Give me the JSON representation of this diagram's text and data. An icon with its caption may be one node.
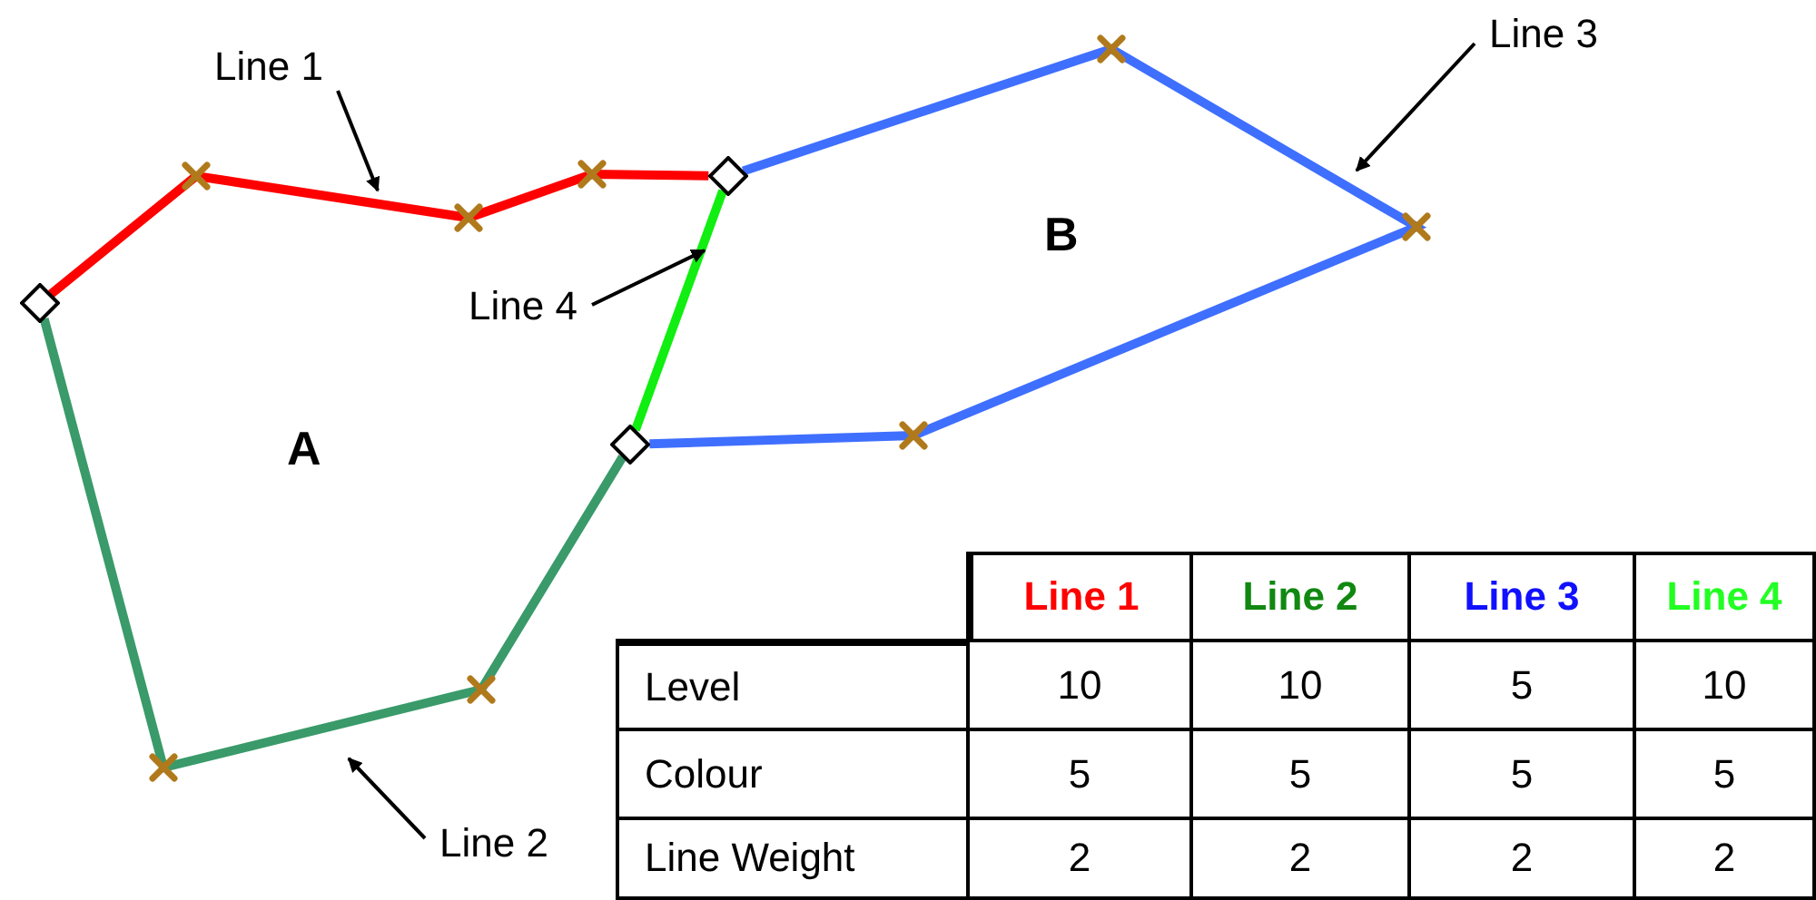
{
  "diagram": {
    "nodes": [
      {
        "text": [],
        "shape": "diamond"
      },
      {
        "text": [],
        "shape": "diamond"
      },
      {
        "text": [],
        "shape": "diamond"
      },
      {
        "text": [
          "Line 1"
        ]
      },
      {
        "text": [
          "Line 4"
        ]
      },
      {
        "text": [
          "Line 3"
        ]
      },
      {
        "text": [
          "Line 2"
        ]
      }
    ],
    "edges": [
      {
        "from": 0,
        "to": 1,
        "arrow": "none",
        "style": "thick",
        "color": "#ff0000"
      },
      {
        "from": 0,
        "to": 2,
        "arrow": "none",
        "style": "thick",
        "color": "#3a9a6a"
      },
      {
        "from": 1,
        "to": 2,
        "arrow": "none",
        "style": "thick",
        "color": "#3f6fff"
      },
      {
        "from": 1,
        "to": 2,
        "arrow": "none",
        "style": "thick",
        "color": "#11ee11"
      },
      {
        "from": 3,
        "to": null,
        "arrow": "to"
      },
      {
        "from": 4,
        "to": null,
        "arrow": "to"
      },
      {
        "from": 5,
        "to": null,
        "arrow": "to"
      },
      {
        "from": 6,
        "to": null,
        "arrow": "to"
      }
    ],
    "labels": [
      "A",
      "B",
      "Line 1",
      "Line 2",
      "Line 3",
      "Line 4",
      "Level",
      "10",
      "10",
      "5",
      "10",
      "Colour",
      "5",
      "5",
      "5",
      "5",
      "Line Weight",
      "2",
      "2",
      "2",
      "2"
    ]
  }
}
